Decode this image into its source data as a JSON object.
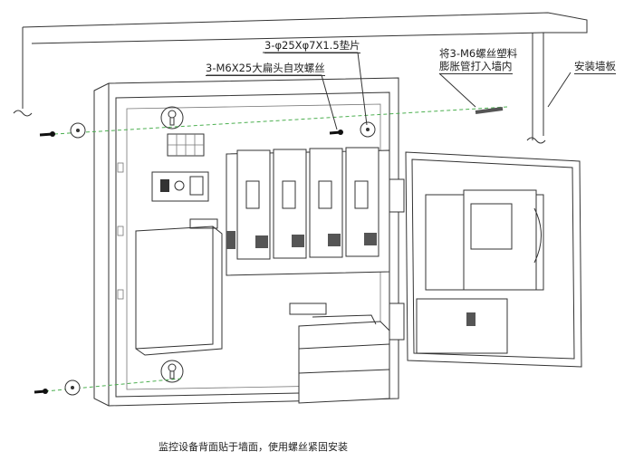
{
  "labels": {
    "washer": "3-φ25Xφ7X1.5垫片",
    "screw": "3-M6X25大扁头自攻螺丝",
    "anchor_line1": "将3-M6螺丝塑料",
    "anchor_line2": "膨胀管打入墙内",
    "wall": "安装墙板"
  },
  "caption": "监控设备背面贴于墙面，使用螺丝紧固安装",
  "colors": {
    "guide_line": "#4caf50",
    "stroke": "#333333"
  }
}
